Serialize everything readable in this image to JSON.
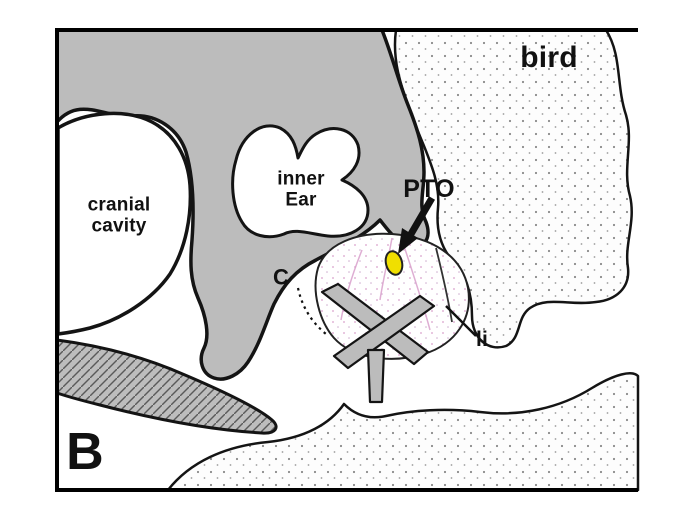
{
  "figure": {
    "panel_letter": "B",
    "animal": "bird",
    "labels": {
      "cranial_cavity": "cranial cavity",
      "inner_ear": "inner Ear",
      "pto": "PTO",
      "c": "C",
      "li": "li"
    },
    "colors": {
      "bone_gray": "#bcbcbc",
      "outline": "#141414",
      "pto_yellow": "#f0df00",
      "pink": "#d9a0cc",
      "background": "#ffffff"
    }
  }
}
